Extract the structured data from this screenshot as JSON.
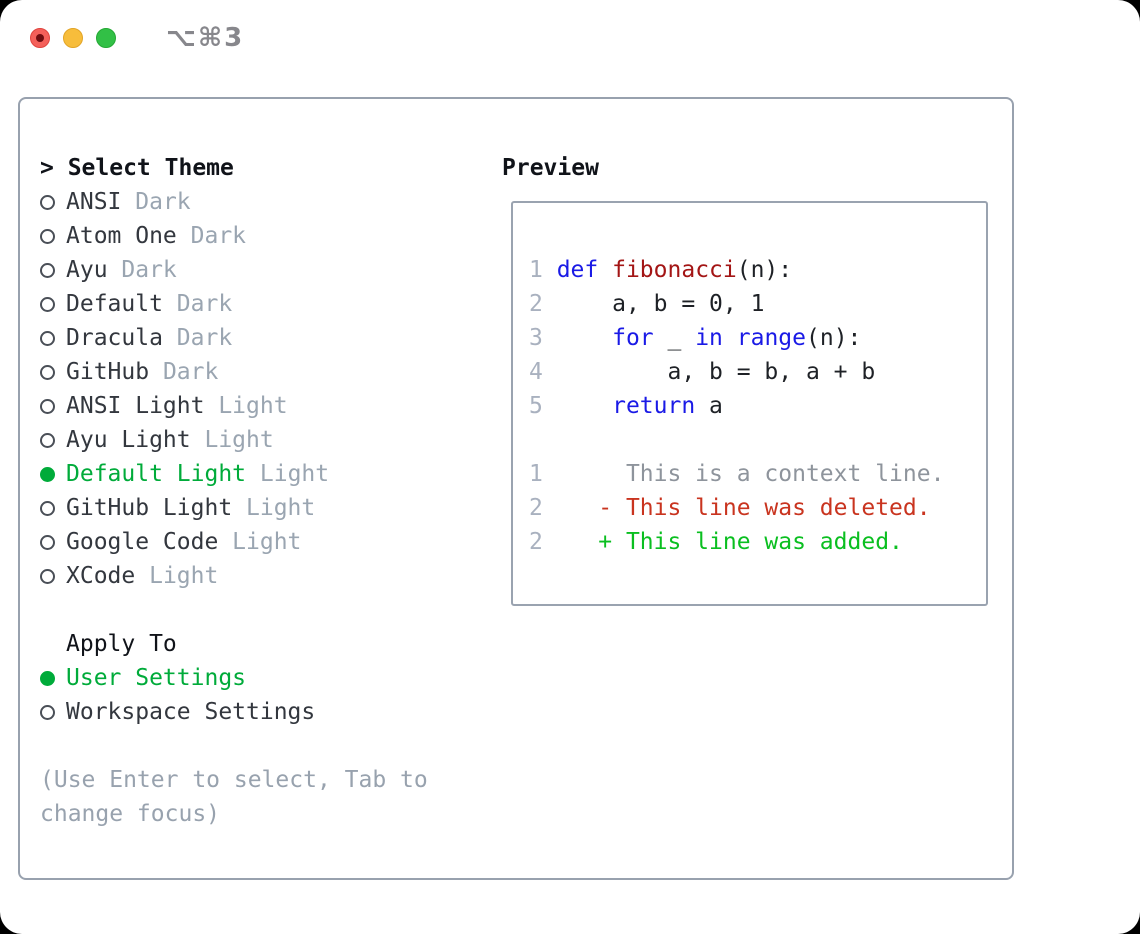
{
  "window": {
    "title": "⌥⌘3",
    "traffic_lights": [
      {
        "name": "close",
        "color": "#f4605a",
        "has_modified_dot": true
      },
      {
        "name": "minimize",
        "color": "#f7bd3b",
        "has_modified_dot": false
      },
      {
        "name": "maximize",
        "color": "#32c046",
        "has_modified_dot": false
      }
    ]
  },
  "theme_list": {
    "header_prompt": "> Select Theme",
    "themes": [
      {
        "name": "ANSI",
        "tag": "Dark",
        "selected": false
      },
      {
        "name": "Atom One",
        "tag": "Dark",
        "selected": false
      },
      {
        "name": "Ayu",
        "tag": "Dark",
        "selected": false
      },
      {
        "name": "Default",
        "tag": "Dark",
        "selected": false
      },
      {
        "name": "Dracula",
        "tag": "Dark",
        "selected": false
      },
      {
        "name": "GitHub",
        "tag": "Dark",
        "selected": false
      },
      {
        "name": "ANSI Light",
        "tag": "Light",
        "selected": false
      },
      {
        "name": "Ayu Light",
        "tag": "Light",
        "selected": false
      },
      {
        "name": "Default Light",
        "tag": "Light",
        "selected": true
      },
      {
        "name": "GitHub Light",
        "tag": "Light",
        "selected": false
      },
      {
        "name": "Google Code",
        "tag": "Light",
        "selected": false
      },
      {
        "name": "XCode",
        "tag": "Light",
        "selected": false
      }
    ]
  },
  "apply_to": {
    "label": "Apply To",
    "options": [
      {
        "label": "User Settings",
        "selected": true
      },
      {
        "label": "Workspace Settings",
        "selected": false
      }
    ]
  },
  "hint": "(Use Enter to select, Tab to change focus)",
  "preview": {
    "label": "Preview",
    "code_lines": [
      {
        "segments": [
          {
            "t": "1 ",
            "c": "ln"
          },
          {
            "t": "def",
            "c": "kw"
          },
          {
            "t": " ",
            "c": "tx"
          },
          {
            "t": "fibonacci",
            "c": "fn"
          },
          {
            "t": "(n):",
            "c": "tx"
          }
        ]
      },
      {
        "segments": [
          {
            "t": "2 ",
            "c": "ln"
          },
          {
            "t": "    a, b = 0, 1",
            "c": "tx"
          }
        ]
      },
      {
        "segments": [
          {
            "t": "3 ",
            "c": "ln"
          },
          {
            "t": "    ",
            "c": "tx"
          },
          {
            "t": "for",
            "c": "kw"
          },
          {
            "t": " _ ",
            "c": "tx"
          },
          {
            "t": "in",
            "c": "kw"
          },
          {
            "t": " ",
            "c": "tx"
          },
          {
            "t": "range",
            "c": "kw"
          },
          {
            "t": "(n):",
            "c": "tx"
          }
        ]
      },
      {
        "segments": [
          {
            "t": "4 ",
            "c": "ln"
          },
          {
            "t": "        a, b = b, a + b",
            "c": "tx"
          }
        ]
      },
      {
        "segments": [
          {
            "t": "5 ",
            "c": "ln"
          },
          {
            "t": "    ",
            "c": "tx"
          },
          {
            "t": "return",
            "c": "kw"
          },
          {
            "t": " a",
            "c": "tx"
          }
        ]
      },
      {
        "segments": []
      },
      {
        "segments": [
          {
            "t": "1 ",
            "c": "ln"
          },
          {
            "t": "     This is a context line.",
            "c": "ctx"
          }
        ]
      },
      {
        "segments": [
          {
            "t": "2 ",
            "c": "ln"
          },
          {
            "t": "   - This line was deleted.",
            "c": "del"
          }
        ]
      },
      {
        "segments": [
          {
            "t": "2 ",
            "c": "ln"
          },
          {
            "t": "   + This line was added.",
            "c": "add"
          }
        ]
      }
    ]
  },
  "colors": {
    "selection_green": "#00ab3a",
    "added_green": "#0abf20",
    "deleted_red": "#c9341f",
    "keyword_blue": "#1a1ae6",
    "function_red": "#a31515",
    "line_number_gray": "#a9b1bf",
    "muted_gray": "#9aa5b1",
    "panel_border": "#98a1ae"
  }
}
